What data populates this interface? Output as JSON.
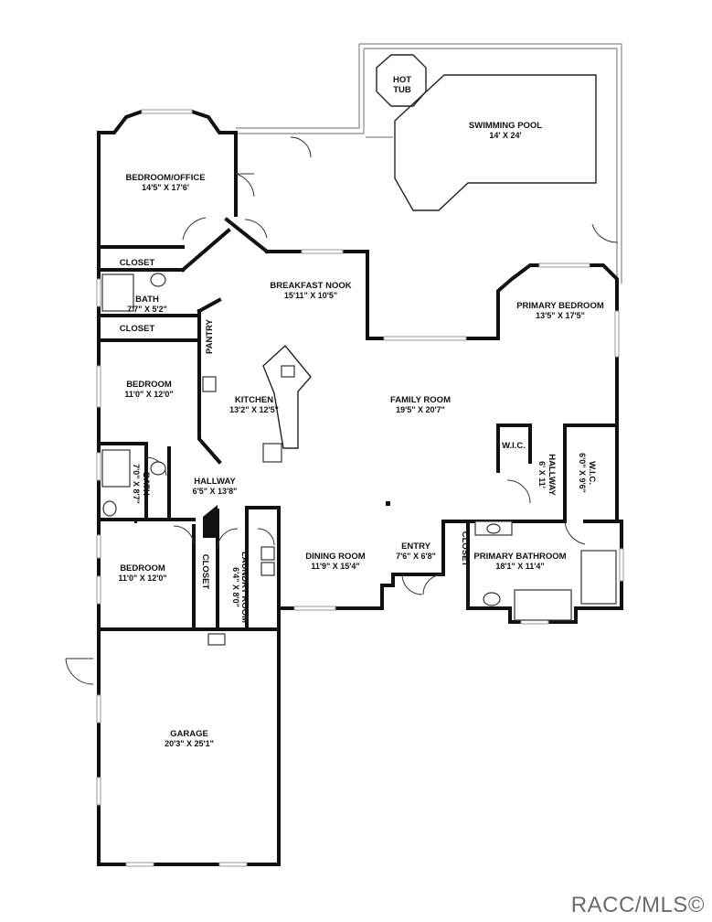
{
  "rooms": {
    "hot_tub": {
      "name_line1": "HOT",
      "name_line2": "TUB"
    },
    "pool": {
      "name": "SWIMMING POOL",
      "dim": "14' X 24'"
    },
    "bedroom_office": {
      "name": "BEDROOM/OFFICE",
      "dim": "14'5\" X 17'6'"
    },
    "closet1": {
      "name": "CLOSET"
    },
    "bath1": {
      "name": "BATH",
      "dim": "7'7\" X 5'2\""
    },
    "closet2": {
      "name": "CLOSET"
    },
    "pantry": {
      "name": "PANTRY"
    },
    "breakfast_nook": {
      "name": "BREAKFAST NOOK",
      "dim": "15'11\" X 10'5\""
    },
    "primary_bedroom": {
      "name": "PRIMARY BEDROOM",
      "dim": "13'5\" X 17'5\""
    },
    "bedroom2": {
      "name": "BEDROOM",
      "dim": "11'0\" X 12'0\""
    },
    "kitchen": {
      "name": "KITCHEN",
      "dim": "13'2\" X 12'5\""
    },
    "family_room": {
      "name": "FAMILY ROOM",
      "dim": "19'5\" X 20'7\""
    },
    "wic1": {
      "name": "W.I.C."
    },
    "hallway_mid": {
      "name": "HALLWAY",
      "dim": "6' X 11'"
    },
    "wic2": {
      "name": "W.I.C.",
      "dim": "6'0\" X 9'6\""
    },
    "bath2": {
      "name": "BATH",
      "dim": "7'0\" X 8'7\""
    },
    "hallway_main": {
      "name": "HALLWAY",
      "dim": "6'5\" X 13'8\""
    },
    "entry": {
      "name": "ENTRY",
      "dim": "7'6\" X 6'8\""
    },
    "closet_entry": {
      "name": "CLOSET"
    },
    "primary_bathroom": {
      "name": "PRIMARY BATHROOM",
      "dim": "18'1\" X 11'4\""
    },
    "bedroom3": {
      "name": "BEDROOM",
      "dim": "11'0\" X 12'0\""
    },
    "closet3": {
      "name": "CLOSET"
    },
    "laundry": {
      "name": "LAUNDRY ROOM",
      "dim": "6'4\" X 8'0\""
    },
    "dining_room": {
      "name": "DINING ROOM",
      "dim": "11'9\" X 15'4\""
    },
    "garage": {
      "name": "GARAGE",
      "dim": "20'3\" X 25'1\""
    }
  },
  "watermark": "RACC/MLS©"
}
